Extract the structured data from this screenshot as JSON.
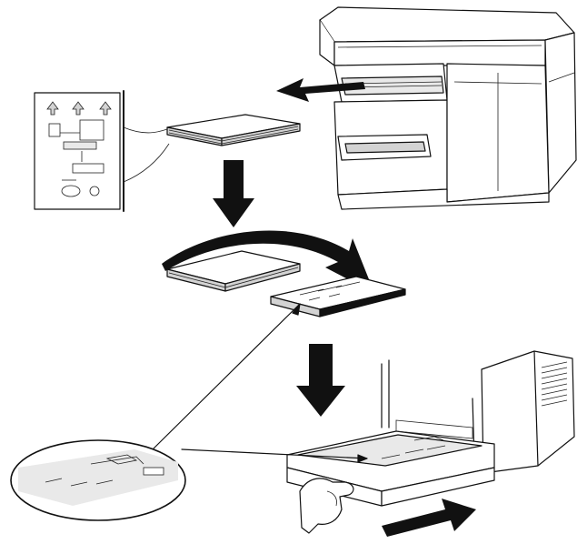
{
  "diagram": {
    "steps": [
      {
        "id": "remove-paper-from-output",
        "label": ""
      },
      {
        "id": "flip-paper-stack",
        "label": ""
      },
      {
        "id": "reload-paper-tray",
        "label": ""
      }
    ],
    "colors": {
      "ink": "#111111",
      "paper_shade": "#d3d3d3",
      "background": "#ffffff"
    },
    "icons": [
      "printer-icon",
      "paper-stack-icon",
      "down-arrow-icon",
      "curved-arrow-icon",
      "magnifier-callout-icon",
      "hand-icon",
      "push-arrow-icon",
      "instruction-card-icon"
    ]
  }
}
